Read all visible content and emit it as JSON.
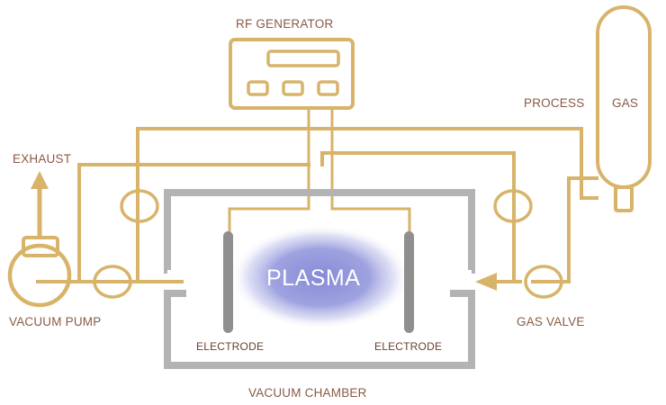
{
  "labels": {
    "rf_generator": "RF GENERATOR",
    "process": "PROCESS",
    "gas": "GAS",
    "exhaust": "EXHAUST",
    "vacuum_pump": "VACUUM PUMP",
    "gas_valve": "GAS VALVE",
    "electrode_left": "ELECTRODE",
    "electrode_right": "ELECTRODE",
    "plasma": "PLASMA",
    "vacuum_chamber": "VACUUM CHAMBER"
  },
  "colors": {
    "pipe": "#d8b36a",
    "chamber": "#b3b3b3",
    "electrode": "#8f8f8f",
    "plasma": "#8b8fd6",
    "text": "#8a5a44"
  }
}
